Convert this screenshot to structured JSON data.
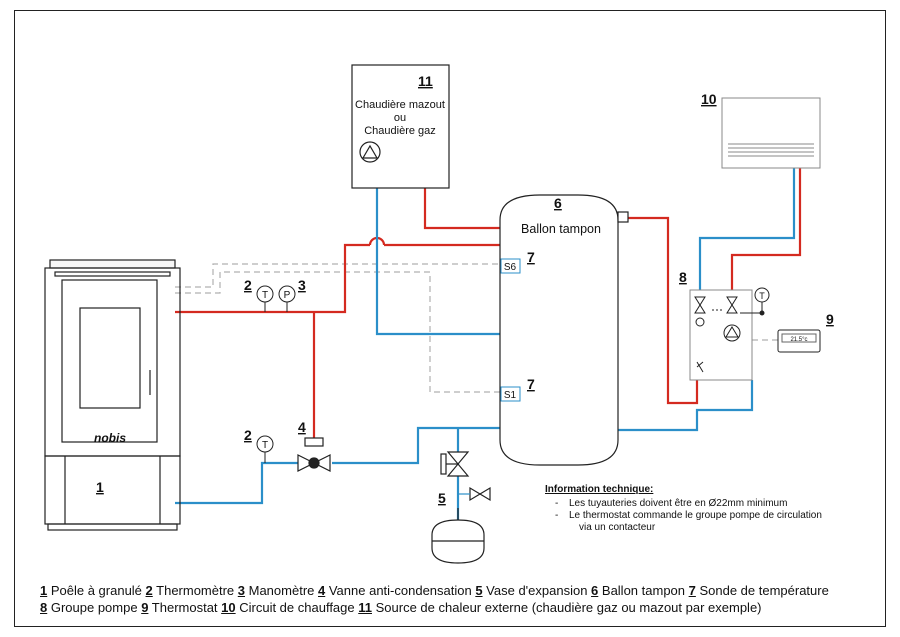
{
  "components": {
    "stove": {
      "num": "1",
      "brand": "nobis"
    },
    "boiler": {
      "num": "11",
      "line1": "Chaudière mazout",
      "line2": "ou",
      "line3": "Chaudière gaz"
    },
    "buffer": {
      "num": "6",
      "label": "Ballon tampon"
    },
    "radiator": {
      "num": "10"
    },
    "pump_group": {
      "num": "8"
    },
    "thermostat": {
      "num": "9",
      "display": "21.5°c"
    },
    "thermometer_top": {
      "num": "2",
      "symbol": "T"
    },
    "manometer": {
      "num": "3",
      "symbol": "P"
    },
    "thermometer_bottom": {
      "num": "2",
      "symbol": "T"
    },
    "valve": {
      "num": "4"
    },
    "expansion_vessel": {
      "num": "5"
    },
    "sensor_top": {
      "num": "7",
      "label": "S6"
    },
    "sensor_bottom": {
      "num": "7",
      "label": "S1"
    },
    "pump_thermo": {
      "symbol": "T"
    }
  },
  "info": {
    "title": "Information technique:",
    "items": [
      "Les tuyauteries doivent être en Ø22mm minimum",
      "Le thermostat commande le groupe pompe de circulation"
    ],
    "item2_cont": "via un contacteur"
  },
  "legend": {
    "line1": [
      {
        "num": "1",
        "text": " Poêle à granulé "
      },
      {
        "num": "2",
        "text": " Thermomètre "
      },
      {
        "num": "3",
        "text": " Manomètre "
      },
      {
        "num": "4",
        "text": " Vanne anti-condensation "
      },
      {
        "num": "5",
        "text": " Vase d'expansion "
      },
      {
        "num": "6",
        "text": " Ballon tampon "
      },
      {
        "num": "7",
        "text": " Sonde de température"
      }
    ],
    "line2": [
      {
        "num": "8",
        "text": " Groupe pompe "
      },
      {
        "num": "9",
        "text": " Thermostat "
      },
      {
        "num": "10",
        "text": " Circuit de chauffage "
      },
      {
        "num": "11",
        "text": " Source de chaleur externe (chaudière gaz ou mazout par exemple)"
      }
    ]
  },
  "colors": {
    "hot": "#d42a20",
    "cold": "#2b8fc9",
    "signal": "#b0b0b0",
    "line": "#222222"
  }
}
